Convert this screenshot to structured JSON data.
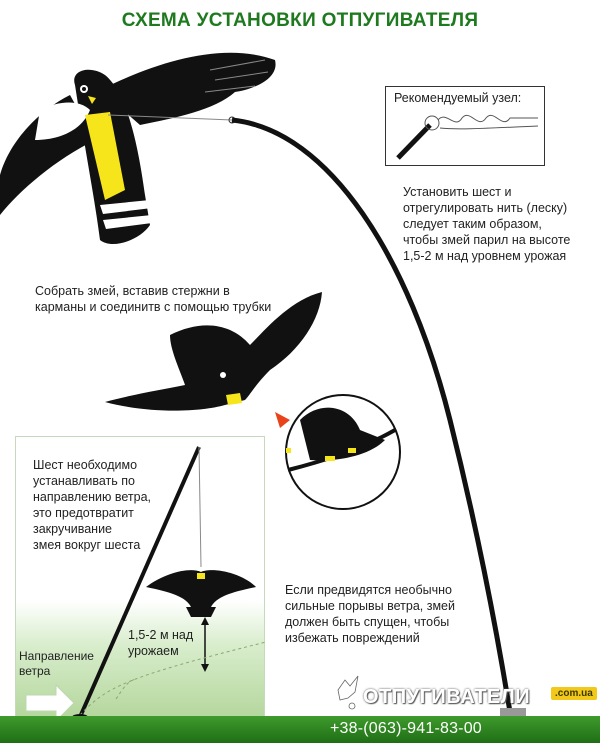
{
  "title": "СХЕМА УСТАНОВКИ ОТПУГИВАТЕЛЯ",
  "knot": {
    "label": "Рекомендуемый узел:"
  },
  "instructions": {
    "pole_height": "Установить шест и\nотрегулировать нить (леску)\nследует таким образом,\nчтобы змей парил на высоте\n1,5-2 м над уровнем урожая",
    "assemble": "Собрать змей, вставив стержни в\nкарманы и соединитв с помощью трубки",
    "wind_direction": "Шест необходимо\nустанавливать по\nнаправлению ветра,\nэто предотвратит\nзакручивание\nзмея вокруг шеста",
    "strong_wind": "Если предвидятся необычно\nсильные порывы ветра, змей\nдолжен быть спущен, чтобы\nизбежать повреждений"
  },
  "inset": {
    "height_label": "1,5-2 м над\nурожаем",
    "wind_label": "Направление\nветра"
  },
  "brand": {
    "name": "ОТПУГИВАТЕЛИ",
    "domain": ".com.ua",
    "phone": "+38-(063)-941-83-00"
  },
  "colors": {
    "title_green": "#1f7a1f",
    "bird_black": "#111111",
    "bird_yellow": "#f5e51a",
    "bar_green": "#2e8b22",
    "field_green": "#b4d69c"
  }
}
